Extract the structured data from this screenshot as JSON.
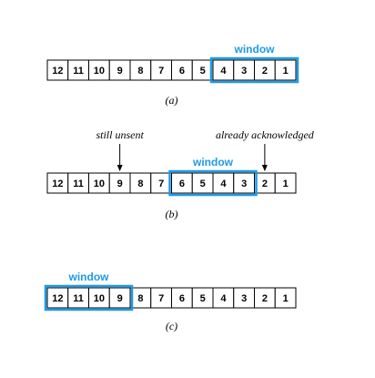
{
  "colors": {
    "window": "#1f9ae6",
    "cell_border": "#000000",
    "text": "#000000"
  },
  "panels": [
    {
      "id": "a",
      "cells": [
        "12",
        "11",
        "10",
        "9",
        "8",
        "7",
        "6",
        "5",
        "4",
        "3",
        "2",
        "1"
      ],
      "window": {
        "label": "window",
        "first_index": 8,
        "last_index": 11
      },
      "caption": "(a)"
    },
    {
      "id": "b",
      "cells": [
        "12",
        "11",
        "10",
        "9",
        "8",
        "7",
        "6",
        "5",
        "4",
        "3",
        "2",
        "1"
      ],
      "window": {
        "label": "window",
        "first_index": 6,
        "last_index": 9
      },
      "caption": "(b)",
      "left_note": {
        "text": "still unsent",
        "points_to_index": 3
      },
      "right_note": {
        "text": "already acknowledged",
        "points_to_index": 10
      }
    },
    {
      "id": "c",
      "cells": [
        "12",
        "11",
        "10",
        "9",
        "8",
        "7",
        "6",
        "5",
        "4",
        "3",
        "2",
        "1"
      ],
      "window": {
        "label": "window",
        "first_index": 0,
        "last_index": 3
      },
      "caption": "(c)"
    }
  ]
}
